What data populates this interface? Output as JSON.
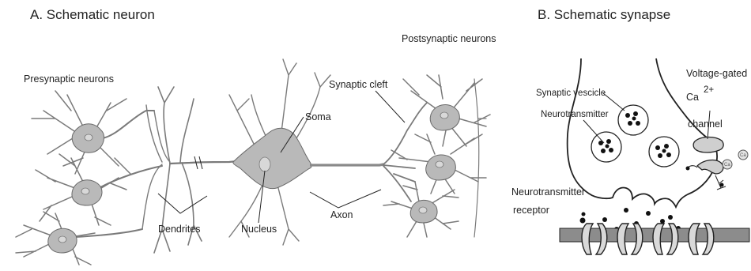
{
  "panel_a": {
    "title": "A. Schematic neuron",
    "labels": {
      "presynaptic": "Presynaptic neurons",
      "postsynaptic": "Postsynaptic neurons",
      "synaptic_cleft": "Synaptic cleft",
      "soma": "Soma",
      "dendrites": "Dendrites",
      "nucleus": "Nucleus",
      "axon": "Axon"
    }
  },
  "panel_b": {
    "title": "B. Schematic synapse",
    "labels": {
      "synaptic_vesicle": "Synaptic vescicle",
      "neurotransmitter": "Neurotransmitter",
      "voltage_gated_1": "Voltage-gated",
      "ca": "Ca",
      "ca_charge": "2+",
      "channel": "channel",
      "nt_receptor_1": "Neurotransmitter",
      "nt_receptor_2": "receptor",
      "ion_label": "Ca"
    }
  },
  "colors": {
    "neuron_fill": "#b9b9b9",
    "neuron_outline": "#6a6a6a",
    "receptor_fill": "#d9d9d9",
    "postsynaptic_membrane": "#8c8c8c",
    "text": "#222222"
  }
}
